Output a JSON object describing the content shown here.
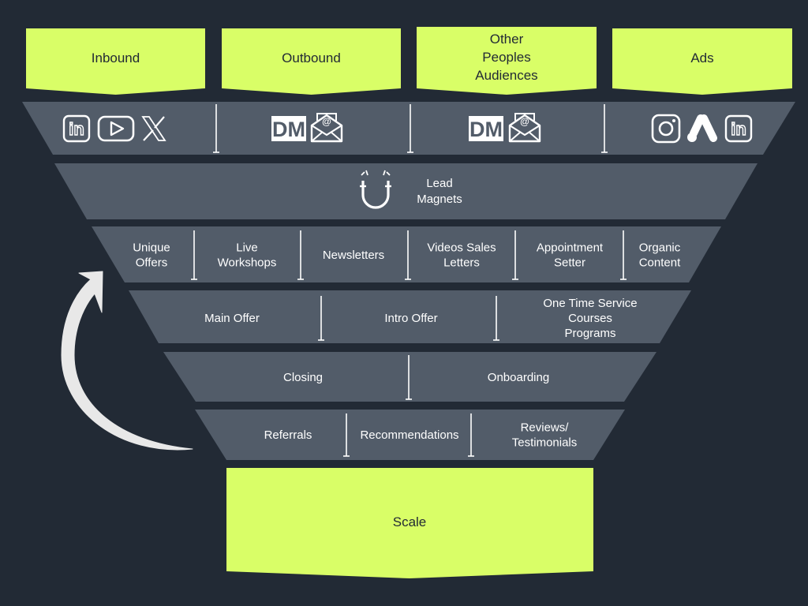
{
  "colors": {
    "background": "#222a35",
    "band": "#525c69",
    "accent": "#d9fe67",
    "divider": "#ffffff",
    "arrow": "#e8e8e8"
  },
  "channels": [
    {
      "label": "Inbound"
    },
    {
      "label": "Outbound"
    },
    {
      "label": "Other\nPeoples\nAudiences"
    },
    {
      "label": "Ads"
    }
  ],
  "icon_row": [
    {
      "icons": [
        "linkedin-icon",
        "youtube-icon",
        "x-icon"
      ]
    },
    {
      "icons": [
        "dm-icon",
        "email-icon"
      ]
    },
    {
      "icons": [
        "dm-icon",
        "email-icon"
      ]
    },
    {
      "icons": [
        "instagram-icon",
        "google-ads-icon",
        "linkedin-icon"
      ]
    }
  ],
  "dm_text": "DM",
  "email_at": "@",
  "linkedin_text": "in",
  "lead_magnets": {
    "label": "Lead\nMagnets",
    "icon": "magnet-icon"
  },
  "content_types": [
    "Unique\nOffers",
    "Live\nWorkshops",
    "Newsletters",
    "Videos Sales\nLetters",
    "Appointment\nSetter",
    "Organic\nContent"
  ],
  "offers": [
    "Main Offer",
    "Intro Offer",
    "One Time Service\nCourses\nPrograms"
  ],
  "sales": [
    "Closing",
    "Onboarding"
  ],
  "retention": [
    "Referrals",
    "Recommendations",
    "Reviews/\nTestimonials"
  ],
  "scale": {
    "label": "Scale"
  },
  "loop_arrow": {
    "icon": "curved-arrow-icon"
  }
}
